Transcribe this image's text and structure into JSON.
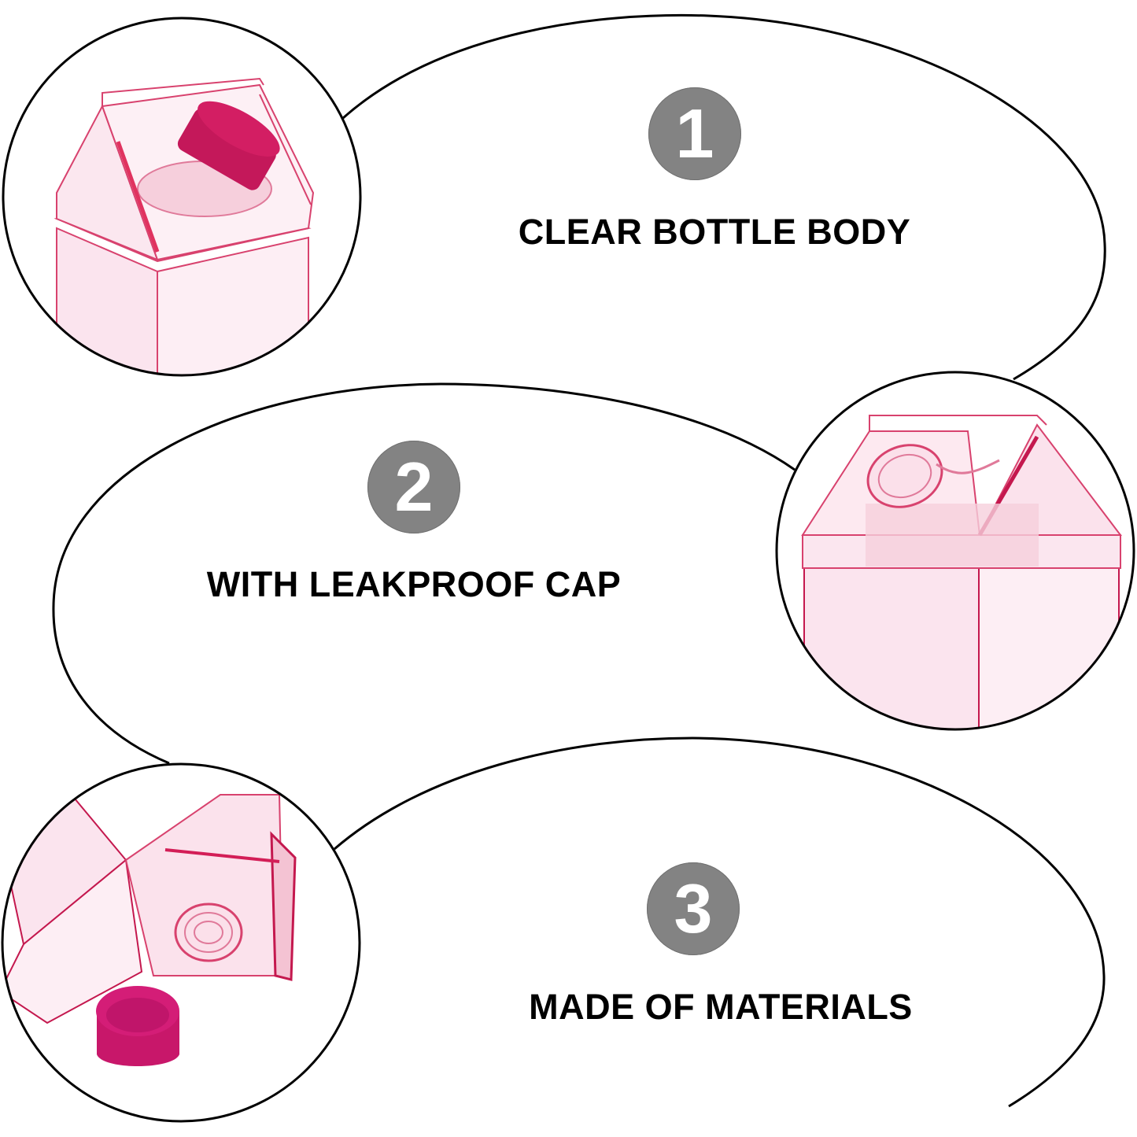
{
  "features": [
    {
      "number": "1",
      "label": "CLEAR BOTTLE BODY",
      "image": "bottle-top-with-red-cap"
    },
    {
      "number": "2",
      "label": "WITH LEAKPROOF CAP",
      "image": "bottle-top-open-spout"
    },
    {
      "number": "3",
      "label": "MADE OF MATERIALS",
      "image": "bottle-tilted-with-cap-removed"
    }
  ],
  "colors": {
    "badge": "#838383",
    "badge_text": "#ffffff",
    "text": "#000000",
    "outline": "#000000",
    "bottle_tint": "#fbe6ef",
    "bottle_edge": "#d8426e",
    "cap": "#d31e63"
  }
}
